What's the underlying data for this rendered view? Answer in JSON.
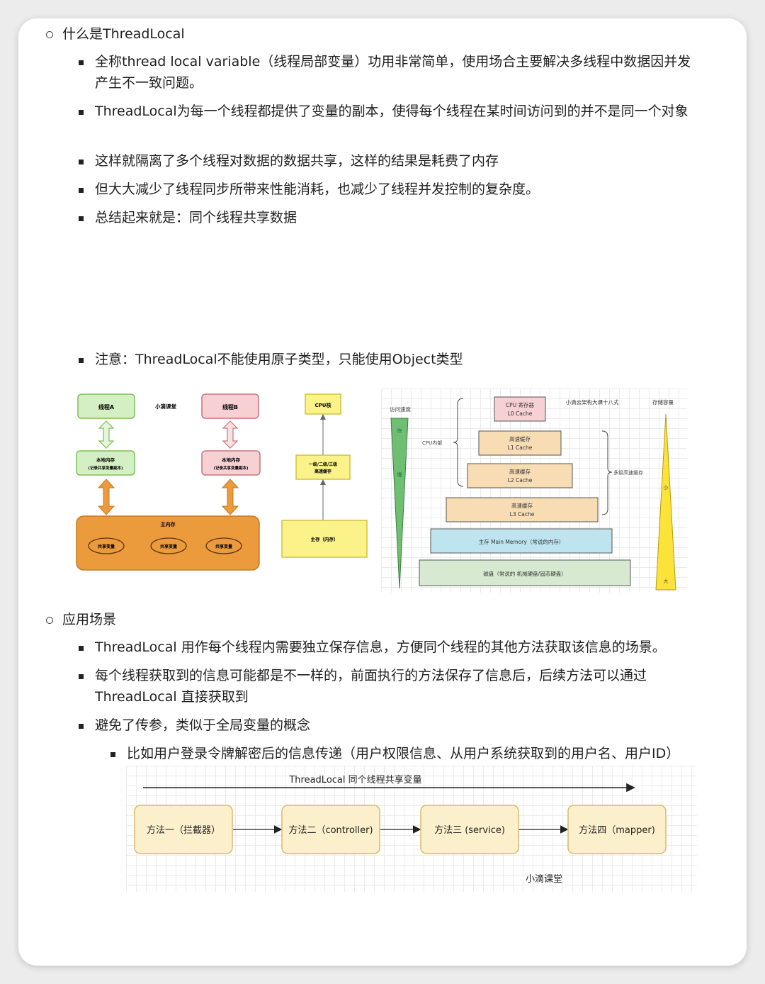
{
  "sections": {
    "what": {
      "heading": "什么是ThreadLocal",
      "bullets": [
        "全称thread local variable（线程局部变量）功用非常简单，使用场合主要解决多线程中数据因并发产生不一致问题。",
        "ThreadLocal为每一个线程都提供了变量的副本，使得每个线程在某时间访问到的并不是同一个对象",
        "这样就隔离了多个线程对数据的数据共享，这样的结果是耗费了内存",
        "但大大减少了线程同步所带来性能消耗，也减少了线程并发控制的复杂度。",
        "总结起来就是：同个线程共享数据"
      ],
      "note": "注意：ThreadLocal不能使用原子类型，只能使用Object类型"
    },
    "scene": {
      "heading": "应用场景",
      "bullets": [
        "ThreadLocal 用作每个线程内需要独立保存信息，方便同个线程的其他方法获取该信息的场景。",
        "每个线程获取到的信息可能都是不一样的，前面执行的方法保存了信息后，后续方法可以通过ThreadLocal 直接获取到",
        "避免了传参，类似于全局变量的概念"
      ],
      "sub_bullet": "比如用户登录令牌解密后的信息传递（用户权限信息、从用户系统获取到的用户名、用户ID）"
    }
  },
  "figure1": {
    "thread_a": "线程A",
    "thread_b": "线程B",
    "brand": "小滴课堂",
    "local_mem": "本地内存",
    "local_mem_sub": "(记录共享变量副本)",
    "main_mem": "主内存",
    "shared_var": "共享变量",
    "cpu_core": "CPU核",
    "cache_l123": "一级/二级/三级",
    "cache_fast": "高速缓存",
    "main_store": "主存（内存）"
  },
  "figure2": {
    "access_speed": "访问速度",
    "fast": "快",
    "slow": "慢",
    "title": "小滴云架构大课十八式",
    "capacity": "存储容量",
    "small": "小",
    "big": "大",
    "cpu_inside": "CPU内部",
    "multi_cache": "多级高速缓存",
    "layers": [
      {
        "line1": "CPU 寄存器",
        "line2": "L0 Cache"
      },
      {
        "line1": "高速缓存",
        "line2": "L1 Cache"
      },
      {
        "line1": "高速缓存",
        "line2": "L2 Cache"
      },
      {
        "line1": "高速缓存",
        "line2": "L3 Cache"
      },
      {
        "line1": "主存 Main Memory（常说的内存）",
        "line2": ""
      },
      {
        "line1": "磁盘（常说的 机械硬盘/固态硬盘）",
        "line2": ""
      }
    ]
  },
  "figure3": {
    "title": "ThreadLocal 同个线程共享变量",
    "methods": [
      "方法一（拦截器）",
      "方法二（controller)",
      "方法三 (service)",
      "方法四（mapper)"
    ],
    "brand": "小滴课堂"
  },
  "colors": {
    "green_fill": "#d5efc4",
    "green_border": "#7cbf56",
    "pink_fill": "#f6d0d3",
    "pink_border": "#c9747c",
    "orange": "#eb9a3c",
    "yellow": "#fbf38a",
    "peach": "#f8dcb4",
    "blue": "#bde4ef",
    "sage": "#d7ead1",
    "method_fill": "#fcf0cc"
  }
}
